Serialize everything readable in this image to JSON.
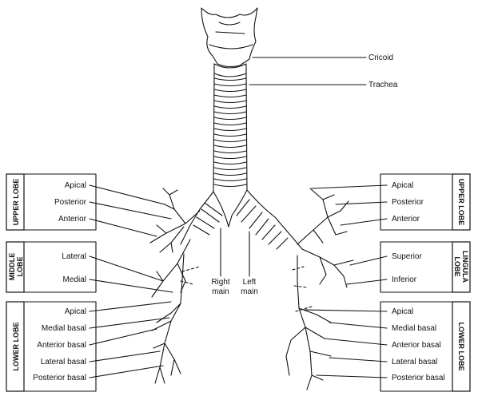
{
  "top_labels": {
    "cricoid": "Cricoid",
    "trachea": "Trachea",
    "right_main": [
      "Right",
      "main"
    ],
    "left_main": [
      "Left",
      "main"
    ]
  },
  "lobes": {
    "left_side": [
      "UPPER LOBE",
      "MIDDLE LOBE",
      "LOWER LOBE"
    ],
    "right_side": [
      "UPPER LOBE",
      "LINGULA LOBE",
      "LOWER LOBE"
    ]
  },
  "left_labels": [
    "Apical",
    "Posterior",
    "Anterior",
    "Lateral",
    "Medial",
    "Apical",
    "Medial basal",
    "Anterior basal",
    "Lateral basal",
    "Posterior basal"
  ],
  "right_labels": [
    "Apical",
    "Posterior",
    "Anterior",
    "Superior",
    "Inferior",
    "Apical",
    "Medial basal",
    "Anterior basal",
    "Lateral basal",
    "Posterior basal"
  ],
  "colors": {
    "ink": "#111111",
    "background": "#ffffff"
  }
}
